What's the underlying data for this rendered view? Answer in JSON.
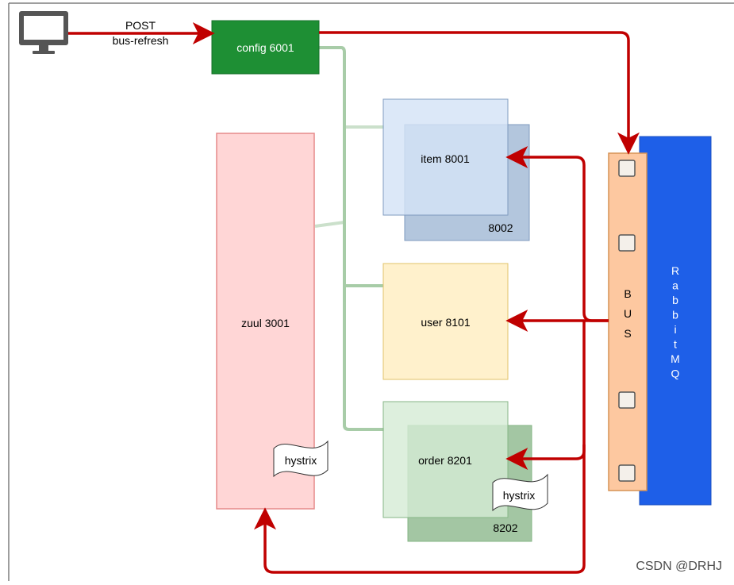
{
  "colors": {
    "frame": "#7f7f7f",
    "arrow_red": "#c00000",
    "config_fill": "#1e8f34",
    "config_stroke": "#16702a",
    "zuul_fill": "#ffd6d6",
    "zuul_stroke": "#e58a8a",
    "item_front_fill": "#d4e3f7",
    "item_back_fill": "#b3c6dd",
    "item_stroke": "#7f9bbf",
    "user_fill": "#fff1cc",
    "user_stroke": "#e2c36a",
    "order_front_fill": "#d5ebd4",
    "order_back_fill": "#a3c6a3",
    "order_stroke": "#86b686",
    "bus_fill": "#fdc8a0",
    "bus_stroke": "#d69355",
    "rabbit_fill": "#1e5fe8",
    "green_link": "#9ec79e",
    "slot_fill": "#f4f0ea",
    "slot_stroke": "#555555",
    "monitor": "#555555"
  },
  "client": {
    "icon": "monitor-icon",
    "request_method": "POST",
    "request_path": "bus-refresh"
  },
  "nodes": {
    "config": "config 6001",
    "zuul": "zuul 3001",
    "item_primary": "item 8001",
    "item_replica": "8002",
    "user": "user 8101",
    "order_primary": "order 8201",
    "order_replica": "8202",
    "bus_letters": [
      "B",
      "U",
      "S"
    ],
    "rabbit_letters": [
      "R",
      "a",
      "b",
      "b",
      "i",
      "t",
      "M",
      "Q"
    ]
  },
  "hystrix": {
    "zuul_label": "hystrix",
    "order_label": "hystrix"
  },
  "watermark": {
    "credit": "CSDN @DRHJ"
  }
}
